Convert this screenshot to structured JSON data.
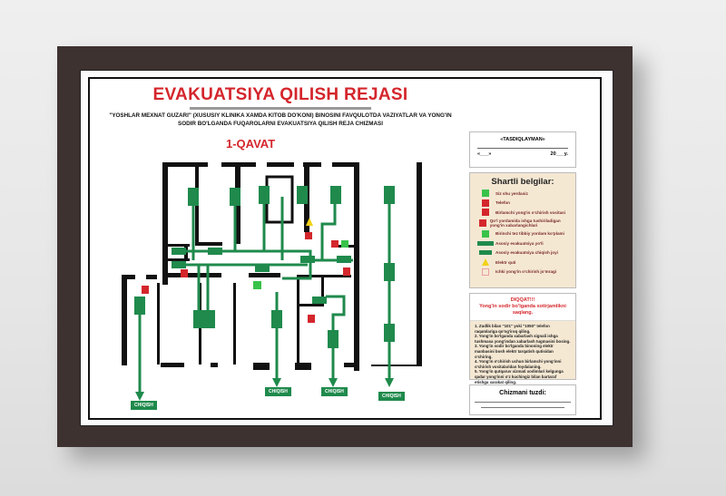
{
  "poster": {
    "title": "EVAKUATSIYA QILISH REJASI",
    "subtitle_line1": "\"YOSHLAR MEXNAT GUZARI\" (XUSUSIY KLINIKA XAMDA KITOB DO'KONI) BINOSINI FAVQULOTDA VAZIYATLAR VA YONG'IN",
    "subtitle_line2": "SODIR BO'LGANDA FUQAROLARNI EVAKUATSIYA QILISH REJA CHIZMASI",
    "floor_label": "1-QAVAT"
  },
  "approval": {
    "label": "«TASDIQLAYMAN»",
    "date_prefix": "«___» ",
    "date_suffix": "20___y."
  },
  "legend": {
    "title": "Shartli belgilar:",
    "items": [
      {
        "icon": "you-are-here-icon",
        "color": "#39c24a",
        "label": "Siz shu yerdasiz"
      },
      {
        "icon": "telephone-icon",
        "color": "#d4262c",
        "label": "Telefon"
      },
      {
        "icon": "fire-extinguisher-icon",
        "color": "#d4262c",
        "label": "Birlamchi yong'in o'chirish vositasi"
      },
      {
        "icon": "fire-alarm-button-icon",
        "color": "#d4262c",
        "label": "Qo'l yordamida ishga tushiriladigan yong'in xabarlangichlari"
      },
      {
        "icon": "first-aid-icon",
        "color": "#39c24a",
        "label": "Birinchi tez tibbiy yordam ko'plami"
      },
      {
        "icon": "evacuation-route-icon",
        "color": "#1f8a4c",
        "label": "Asosiy evakuatsiya yo'li"
      },
      {
        "icon": "exit-sign-icon",
        "color": "#1f8a4c",
        "label": "Asosiy evakuatsiya chiqish joyi"
      },
      {
        "icon": "electric-panel-icon",
        "color": "#f2d21b",
        "label": "Elektr quti"
      },
      {
        "icon": "fire-hydrant-icon",
        "color": "#e9a0a0",
        "label": "Ichki yong'in o'chirish jo'mragi"
      }
    ]
  },
  "warning": {
    "head_line1": "DIQQAT!!!",
    "head_line2": "Yong'in sodir bo'lganda xotirjamlikni saqlang.",
    "steps": [
      "1. Zudlik bilan \"101\" yoki \"1050\" telefon raqamlariga qo'ng'iroq qiling.",
      "2. Yong'in bo'lganda xabarlash signali ishga tushmasa yong'indan xabarlash tugmasini bosing.",
      "3. Yong'in sodir bo'lganda binoning elektr manbasini bosh elektr tarqatish qutisidan o'chiring.",
      "4. Yong'in o'chirish uchun birlamchi yong'inni o'chirish vositalaridan foydalaning.",
      "5. Yong'in qutqaruv xizmati xodimlari kelgunga qadar yong'inni o'z kuchingiz bilan bartaraf etishga xarakat qiling."
    ]
  },
  "author": {
    "label": "Chizmani tuzdi:"
  },
  "plan": {
    "exit_label": "CHIQISH",
    "route_color": "#1f8a4c",
    "wall_color": "#111111"
  }
}
